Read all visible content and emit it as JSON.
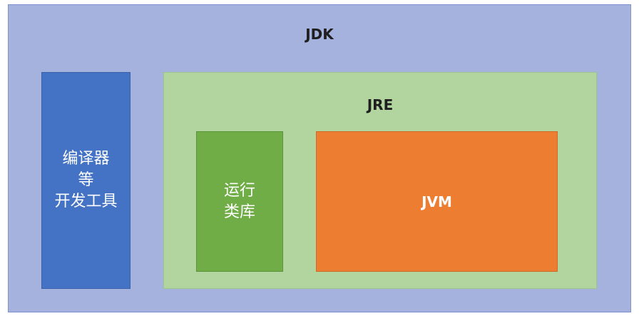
{
  "jdk": {
    "label": "JDK"
  },
  "tools": {
    "lines": [
      "编译器",
      "等",
      "开发工具"
    ]
  },
  "jre": {
    "label": "JRE"
  },
  "runtime_library": {
    "lines": [
      "运行",
      "类库"
    ]
  },
  "jvm": {
    "label": "JVM"
  },
  "colors": {
    "jdk": "#a5b2dd",
    "tools": "#4472c4",
    "jre": "#b2d5a0",
    "runtime_library": "#70ad47",
    "jvm": "#ed7d31"
  }
}
